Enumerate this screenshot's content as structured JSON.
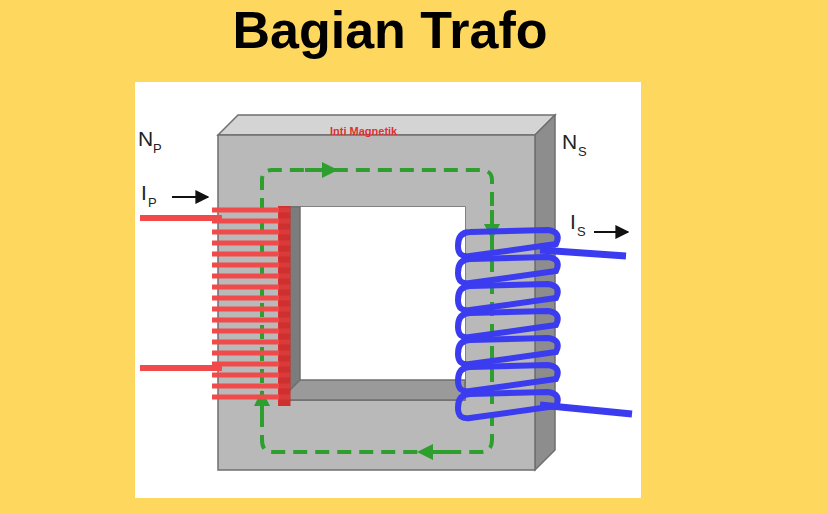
{
  "diagram": {
    "title": "Bagian Trafo",
    "labels": [
      "Inti Magnetik",
      "N",
      "P",
      "I",
      "P",
      "N",
      "S",
      "I",
      "S"
    ]
  }
}
